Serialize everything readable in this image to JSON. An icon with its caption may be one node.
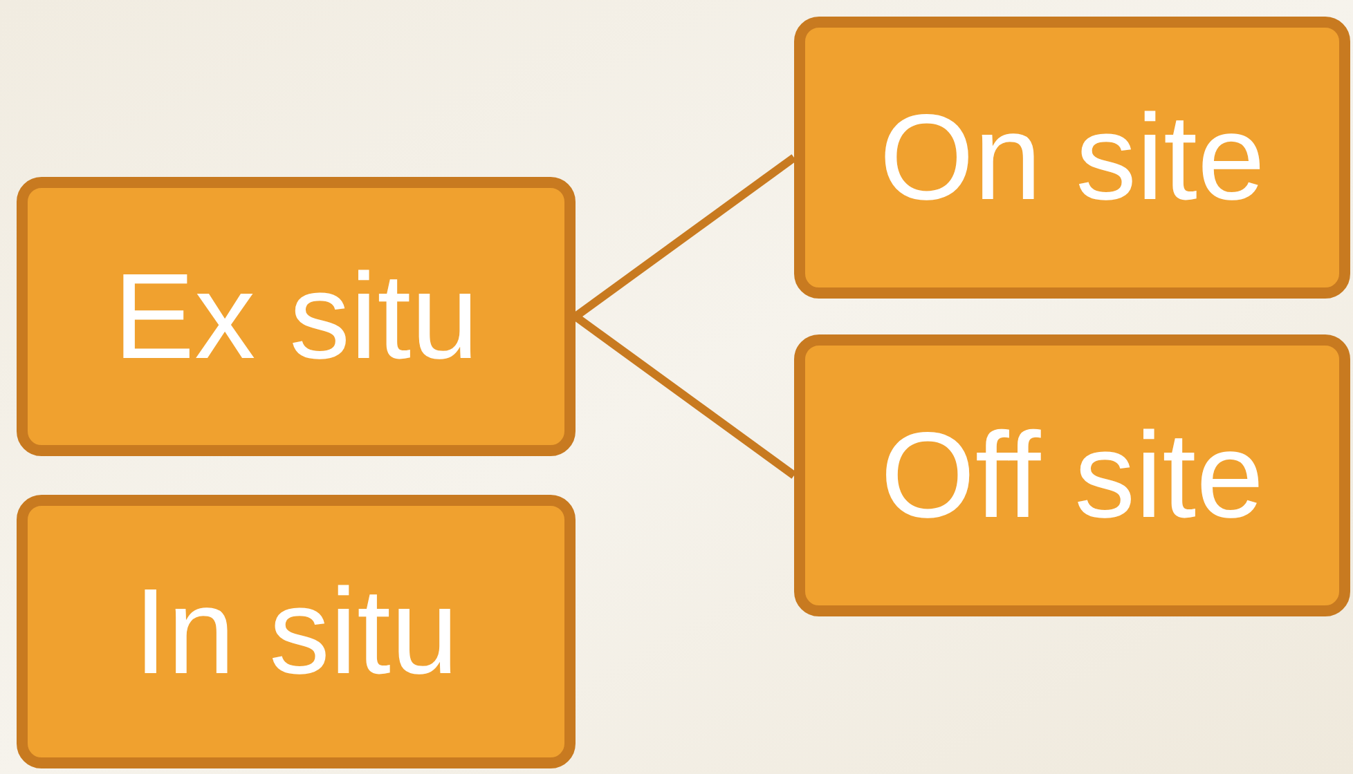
{
  "diagram": {
    "nodes": [
      {
        "text": [
          "Ex situ"
        ]
      },
      {
        "text": [
          "In situ"
        ]
      },
      {
        "text": [
          "On site"
        ]
      },
      {
        "text": [
          "Off site"
        ]
      }
    ],
    "edges": [
      {
        "from": 0,
        "to": 2,
        "arrow": "none"
      },
      {
        "from": 0,
        "to": 3,
        "arrow": "none"
      }
    ]
  }
}
